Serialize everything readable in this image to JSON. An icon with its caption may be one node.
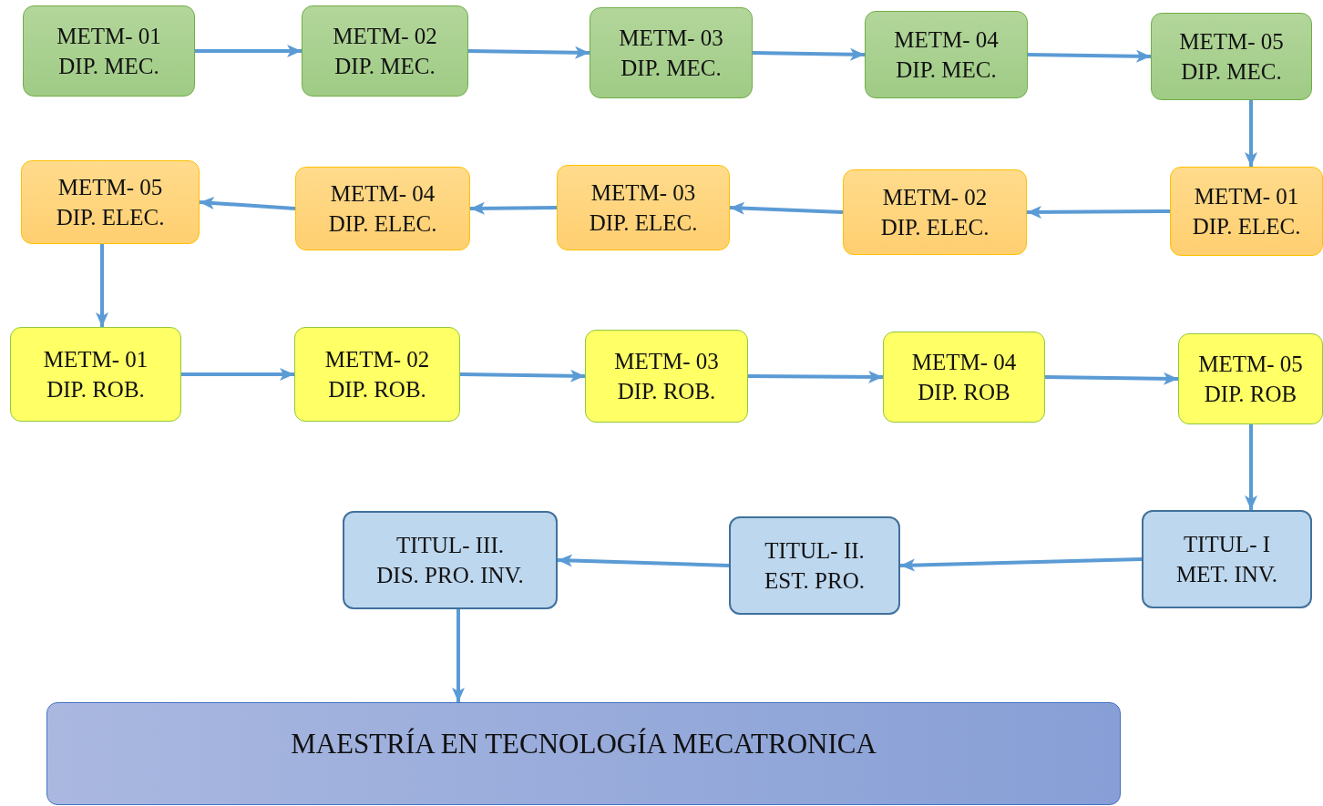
{
  "diagram": {
    "nodes": [
      {
        "text": [
          "METM- 01",
          "DIP. MEC."
        ]
      },
      {
        "text": [
          "METM- 02",
          "DIP. MEC."
        ]
      },
      {
        "text": [
          "METM- 03",
          "DIP. MEC."
        ]
      },
      {
        "text": [
          "METM- 04",
          "DIP. MEC."
        ]
      },
      {
        "text": [
          "METM- 05",
          "DIP. MEC."
        ]
      },
      {
        "text": [
          "METM- 01",
          "DIP. ELEC."
        ]
      },
      {
        "text": [
          "METM- 02",
          "DIP. ELEC."
        ]
      },
      {
        "text": [
          "METM- 03",
          "DIP. ELEC."
        ]
      },
      {
        "text": [
          "METM- 04",
          "DIP. ELEC."
        ]
      },
      {
        "text": [
          "METM- 05",
          "DIP. ELEC."
        ]
      },
      {
        "text": [
          "METM- 01",
          "DIP. ROB."
        ]
      },
      {
        "text": [
          "METM- 02",
          "DIP. ROB."
        ]
      },
      {
        "text": [
          "METM- 03",
          "DIP. ROB."
        ]
      },
      {
        "text": [
          "METM- 04",
          "DIP. ROB"
        ]
      },
      {
        "text": [
          "METM- 05",
          "DIP. ROB"
        ]
      },
      {
        "text": [
          "TITUL- I",
          "MET. INV."
        ]
      },
      {
        "text": [
          "TITUL- II.",
          "EST. PRO."
        ]
      },
      {
        "text": [
          "TITUL- III.",
          "DIS. PRO. INV."
        ]
      },
      {
        "text": [
          "MAESTRÍA EN TECNOLOGÍA MECATRONICA"
        ]
      }
    ],
    "edges": [
      {
        "from": 0,
        "to": 1,
        "arrow": "to"
      },
      {
        "from": 1,
        "to": 2,
        "arrow": "to"
      },
      {
        "from": 2,
        "to": 3,
        "arrow": "to"
      },
      {
        "from": 3,
        "to": 4,
        "arrow": "to"
      },
      {
        "from": 4,
        "to": 5,
        "arrow": "to"
      },
      {
        "from": 5,
        "to": 6,
        "arrow": "to"
      },
      {
        "from": 6,
        "to": 7,
        "arrow": "to"
      },
      {
        "from": 7,
        "to": 8,
        "arrow": "to"
      },
      {
        "from": 8,
        "to": 9,
        "arrow": "to"
      },
      {
        "from": 9,
        "to": 10,
        "arrow": "to"
      },
      {
        "from": 10,
        "to": 11,
        "arrow": "to"
      },
      {
        "from": 11,
        "to": 12,
        "arrow": "to"
      },
      {
        "from": 12,
        "to": 13,
        "arrow": "to"
      },
      {
        "from": 13,
        "to": 14,
        "arrow": "to"
      },
      {
        "from": 14,
        "to": 15,
        "arrow": "to"
      },
      {
        "from": 15,
        "to": 16,
        "arrow": "to"
      },
      {
        "from": 16,
        "to": 17,
        "arrow": "to"
      },
      {
        "from": 17,
        "to": 18,
        "arrow": "to"
      }
    ]
  }
}
